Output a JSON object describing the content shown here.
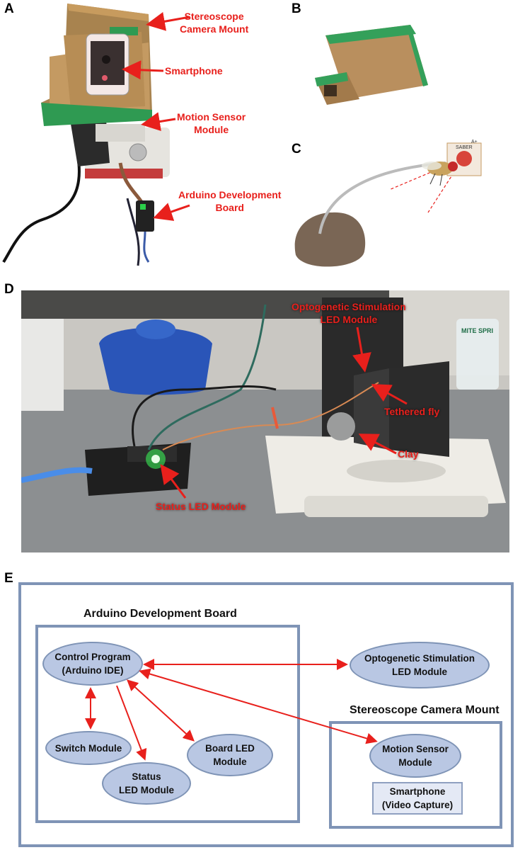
{
  "panels": {
    "a": "A",
    "b": "B",
    "c": "C",
    "d": "D",
    "e": "E"
  },
  "panel_a": {
    "labels": {
      "camera_mount": "Stereoscope\nCamera Mount",
      "smartphone": "Smartphone",
      "motion_sensor": "Motion Sensor\nModule",
      "arduino": "Arduino Development\nBoard"
    }
  },
  "panel_c": {
    "chip_text_1": "SABER",
    "chip_text_2": "A+"
  },
  "panel_d": {
    "labels": {
      "opto_led": "Optogenetic Stimulation\nLED Module",
      "tethered_fly": "Tethered fly",
      "clay": "Clay",
      "status_led": "Status LED Module"
    },
    "bottle_label": "MITE SPRI"
  },
  "panel_e": {
    "box_arduino_title": "Arduino Development Board",
    "box_camera_title": "Stereoscope Camera Mount",
    "nodes": {
      "control": "Control Program\n(Arduino IDE)",
      "switch": "Switch Module",
      "status": "Status\nLED Module",
      "board_led": "Board LED\nModule",
      "opto": "Optogenetic Stimulation\nLED Module",
      "motion": "Motion Sensor\nModule",
      "smartphone": "Smartphone\n(Video Capture)"
    }
  },
  "colors": {
    "annotation": "#e8201c",
    "arrow": "#e8201c",
    "box_border": "#7f94b6",
    "node_fill": "#b9c7e3"
  }
}
